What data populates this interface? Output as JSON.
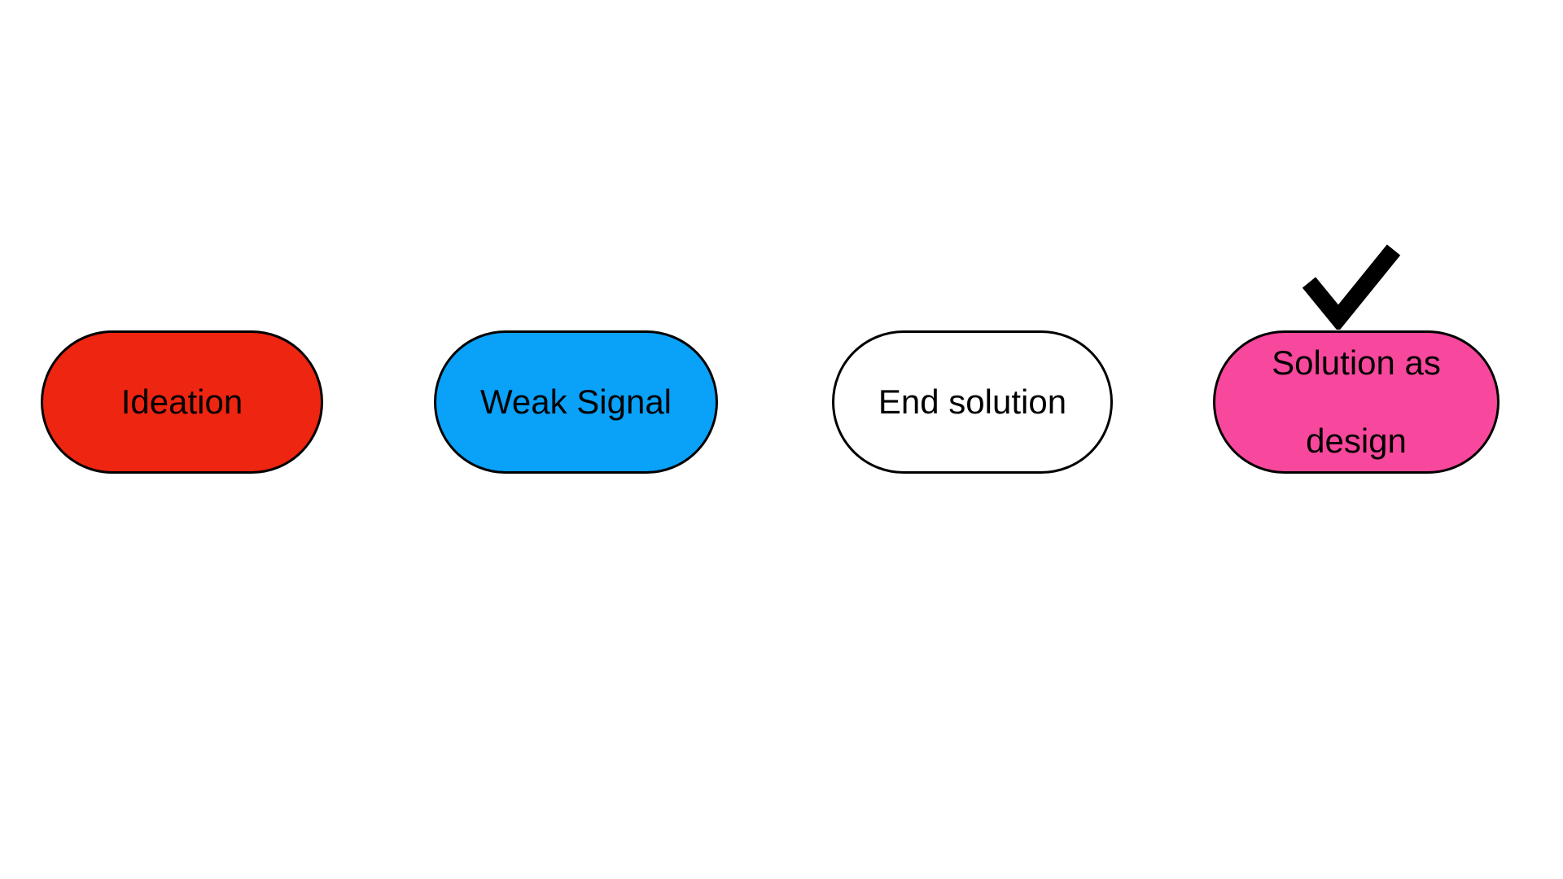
{
  "canvas": {
    "background": "#ffffff"
  },
  "nodes": [
    {
      "id": "ideation",
      "label": "Ideation",
      "fill": "#ED2511",
      "border": "#000000",
      "text_color": "#000000"
    },
    {
      "id": "weak-signal",
      "label": "Weak Signal",
      "fill": "#0AA1F8",
      "border": "#000000",
      "text_color": "#000000"
    },
    {
      "id": "end-solution",
      "label": "End solution",
      "fill": "#FFFFFF",
      "border": "#000000",
      "text_color": "#000000"
    },
    {
      "id": "solution-as-design",
      "label": "Solution as design",
      "label_lines": [
        "Solution as",
        "design"
      ],
      "fill": "#F8489D",
      "border": "#000000",
      "text_color": "#000000",
      "checked": true
    }
  ],
  "icons": {
    "checkmark": {
      "name": "checkmark-icon",
      "color": "#000000"
    }
  }
}
